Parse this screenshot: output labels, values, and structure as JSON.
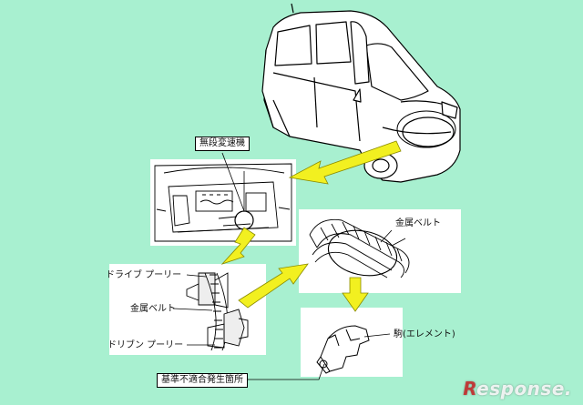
{
  "colors": {
    "background": "#a8f0d0",
    "arrow_fill": "#f2f020",
    "arrow_stroke": "#8a8a00",
    "line": "#000000",
    "panel": "#ffffff"
  },
  "labels": {
    "cvt": "無段変速機",
    "metal_belt_top": "金属ベルト",
    "drive_pulley": "ドライブ プーリー",
    "metal_belt_left": "金属ベルト",
    "driven_pulley": "ドリブン プーリー",
    "element": "駒(エレメント)",
    "defect_location": "基準不適合発生箇所"
  },
  "watermark": {
    "initial": "R",
    "rest": "esponse."
  }
}
